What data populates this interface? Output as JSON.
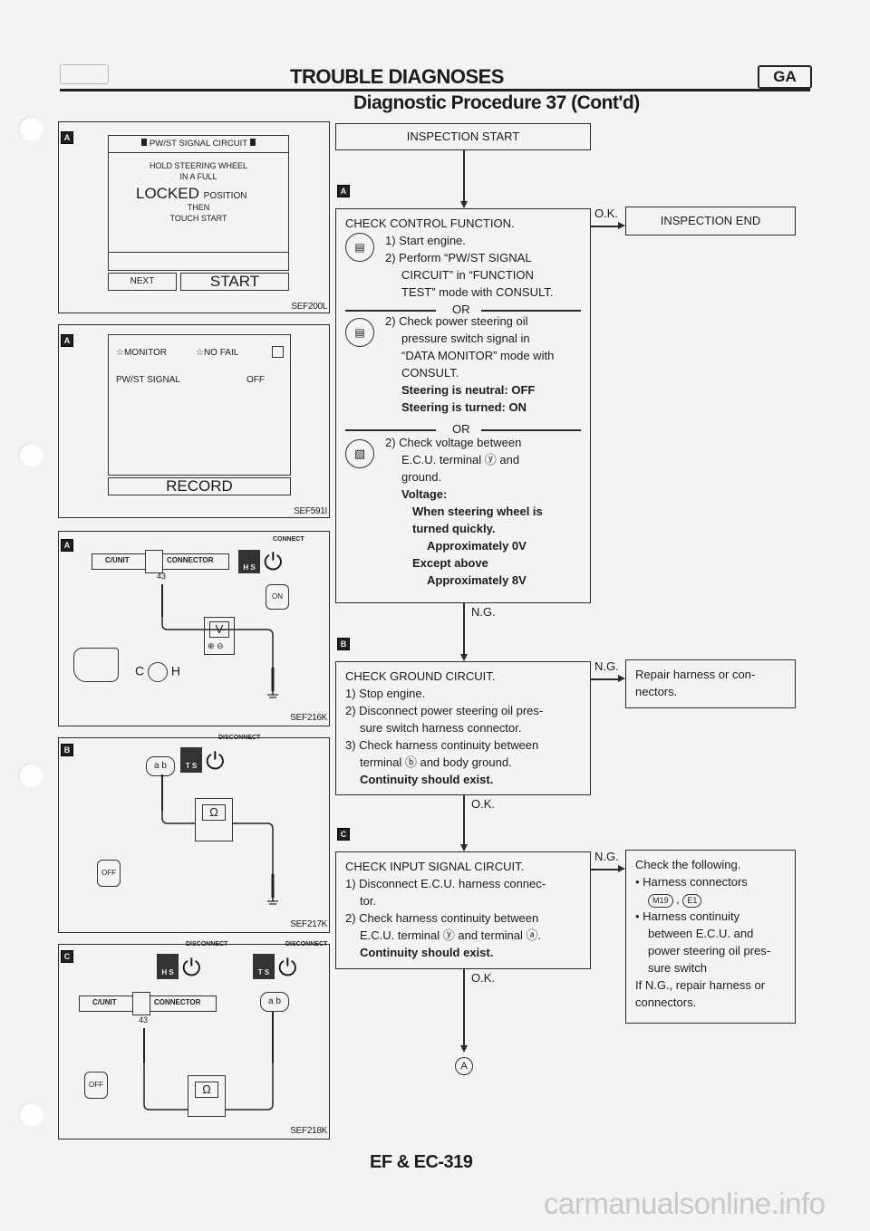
{
  "header": {
    "title": "TROUBLE DIAGNOSES",
    "section_badge": "GA",
    "subtitle": "Diagnostic Procedure 37 (Cont'd)"
  },
  "footer": {
    "page": "EF & EC-319",
    "watermark": "carmanualsonline.info"
  },
  "left_panels": {
    "p1": {
      "tag": "A",
      "box_title": "PW/ST SIGNAL CIRCUIT",
      "line1": "HOLD STEERING WHEEL",
      "line2": "IN A FULL",
      "line3_big": "LOCKED",
      "line3_small": "POSITION",
      "line4": "THEN",
      "line5": "TOUCH START",
      "btn_next": "NEXT",
      "btn_start": "START",
      "ref": "SEF200L"
    },
    "p2": {
      "tag": "A",
      "monitor": "☆MONITOR",
      "nofail": "☆NO FAIL",
      "signal_label": "PW/ST SIGNAL",
      "signal_value": "OFF",
      "record": "RECORD",
      "ref": "SEF591I"
    },
    "p3": {
      "tag": "A",
      "cunit": "C/UNIT",
      "connector": "CONNECTOR",
      "connect": "CONNECT",
      "pin": "43",
      "hs": "H S",
      "meter": "V",
      "c_label": "C",
      "h_label": "H",
      "on": "ON",
      "ref": "SEF216K"
    },
    "p4": {
      "tag": "B",
      "disconnect": "DISCONNECT",
      "ab": "a b",
      "ts": "T S",
      "meter": "Ω",
      "off": "OFF",
      "ref": "SEF217K"
    },
    "p5": {
      "tag": "C",
      "disconnect1": "DISCONNECT",
      "disconnect2": "DISCONNECT",
      "hs": "H S",
      "ts": "T S",
      "cunit": "C/UNIT",
      "connector": "CONNECTOR",
      "ab": "a b",
      "pin": "43",
      "meter": "Ω",
      "off": "OFF",
      "ref": "SEF218K"
    }
  },
  "flow": {
    "start": "INSPECTION START",
    "end": "INSPECTION END",
    "ok1": "O.K.",
    "ng1": "N.G.",
    "ok2": "O.K.",
    "ng2": "N.G.",
    "ok3": "O.K.",
    "ng3": "N.G.",
    "tag_a": "A",
    "tag_b": "B",
    "tag_c": "C",
    "final_circle": "A",
    "check_control": {
      "l1": "CHECK CONTROL FUNCTION.",
      "l2": "1) Start engine.",
      "l3": "2) Perform “PW/ST SIGNAL",
      "l4": "CIRCUIT” in “FUNCTION",
      "l5": "TEST” mode with CONSULT.",
      "or1": "OR",
      "l6": "2) Check power steering oil",
      "l7": "pressure switch signal in",
      "l8": "“DATA MONITOR” mode with",
      "l9": "CONSULT.",
      "l10": "Steering is neutral: OFF",
      "l11": "Steering is turned: ON",
      "or2": "OR",
      "l12": "2) Check voltage between",
      "l13": "E.C.U. terminal ⓨ and",
      "l14": "ground.",
      "l15": "Voltage:",
      "l16": "When steering wheel is",
      "l17": "turned quickly.",
      "l18": "Approximately 0V",
      "l19": "Except above",
      "l20": "Approximately 8V"
    },
    "check_ground": {
      "l1": "CHECK GROUND CIRCUIT.",
      "l2": "1) Stop engine.",
      "l3": "2) Disconnect power steering oil pres-",
      "l4": "sure switch harness connector.",
      "l5": "3) Check harness continuity between",
      "l6": "terminal ⓑ and body ground.",
      "l7": "Continuity should exist."
    },
    "repair1": {
      "l1": "Repair harness or con-",
      "l2": "nectors."
    },
    "check_input": {
      "l1": "CHECK INPUT SIGNAL CIRCUIT.",
      "l2": "1) Disconnect E.C.U. harness connec-",
      "l3": "tor.",
      "l4": "2) Check harness continuity between",
      "l5": "E.C.U. terminal ⓨ and terminal ⓐ.",
      "l6": "Continuity should exist."
    },
    "check_following": {
      "l1": "Check the following.",
      "l2": "• Harness connectors",
      "l3a": "M19",
      "l3b": "E1",
      "l4": "• Harness continuity",
      "l5": "between E.C.U. and",
      "l6": "power steering oil pres-",
      "l7": "sure switch",
      "l8": "If N.G., repair harness or",
      "l9": "connectors."
    }
  }
}
